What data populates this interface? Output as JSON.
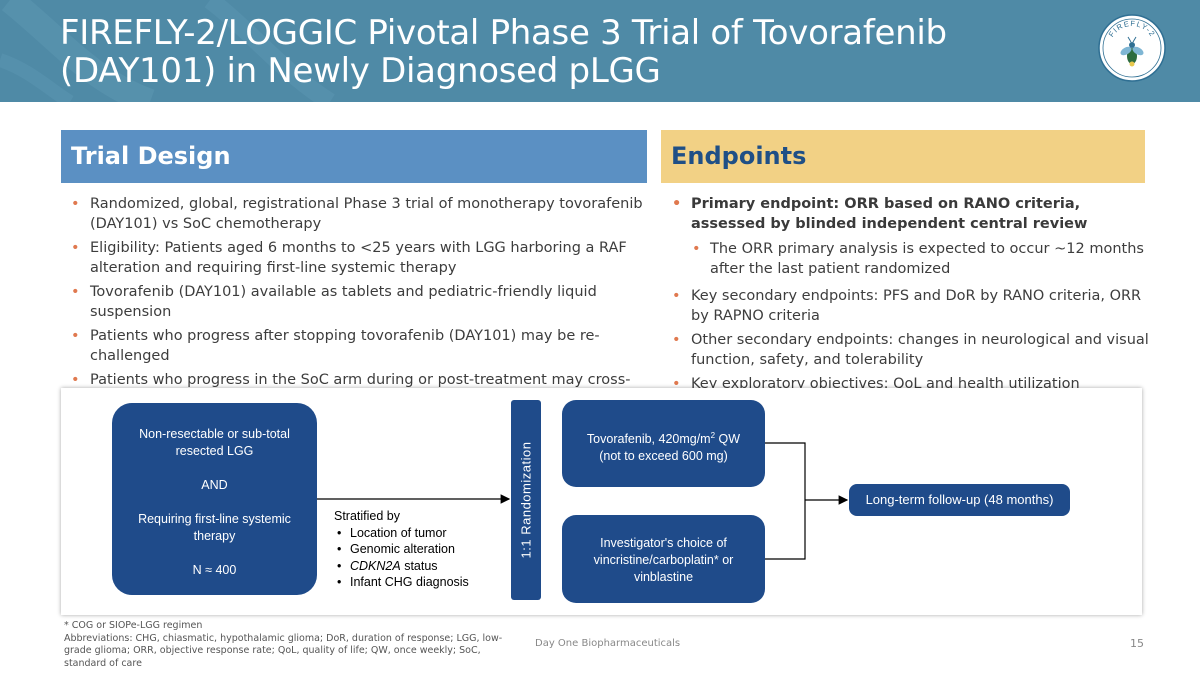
{
  "header": {
    "title_line1": "FIREFLY-2/LOGGIC Pivotal Phase 3 Trial of Tovorafenib",
    "title_line2": "(DAY101) in Newly Diagnosed pLGG",
    "logo_text": "FIREFLY-2",
    "colors": {
      "header_bg": "#4f8aa6"
    }
  },
  "trial_design": {
    "heading": "Trial Design",
    "bullets": [
      "Randomized, global, registrational Phase 3 trial of monotherapy tovorafenib (DAY101) vs SoC chemotherapy",
      "Eligibility: Patients aged 6 months to <25 years with LGG harboring a RAF alteration and requiring first-line systemic therapy",
      "Tovorafenib (DAY101) available as tablets and pediatric-friendly liquid suspension",
      "Patients who progress after stopping tovorafenib (DAY101) may be re-challenged",
      "Patients who progress in the SoC arm during or post-treatment may cross-over to receive tovorafenib"
    ]
  },
  "endpoints": {
    "heading": "Endpoints",
    "primary": "Primary endpoint: ORR based on RANO criteria, assessed by blinded independent central review",
    "primary_sub": "The ORR primary analysis is expected to occur ~12 months after the last patient randomized",
    "bullets": [
      "Key secondary endpoints: PFS and DoR by RANO criteria, ORR by RAPNO criteria",
      "Other secondary endpoints: changes in neurological and visual function, safety, and tolerability",
      "Key exploratory objectives: QoL and health utilization measures"
    ]
  },
  "diagram": {
    "population": {
      "line1": "Non-resectable or sub-total",
      "line2": "resected LGG",
      "and": "AND",
      "line3": "Requiring first-line systemic",
      "line4": "therapy",
      "n": "N ≈ 400"
    },
    "randomization": "1:1 Randomization",
    "arm_a": {
      "line1_prefix": "Tovorafenib, 420mg/m",
      "line1_sup": "2",
      "line1_suffix": " QW",
      "line2": "(not to exceed 600 mg)"
    },
    "arm_b": {
      "line1": "Investigator's choice of",
      "line2": "vincristine/carboplatin* or",
      "line3": "vinblastine"
    },
    "followup": "Long-term follow-up (48 months)",
    "stratified": {
      "title": "Stratified by",
      "items": [
        "Location of tumor",
        "Genomic alteration",
        "Infant CHG diagnosis"
      ],
      "cdkn2a": "CDKN2A",
      "cdkn2a_suffix": " status"
    },
    "colors": {
      "box": "#1f4b8a"
    }
  },
  "footer": {
    "footnote1": "* COG or SIOPe-LGG regimen",
    "footnote2": "Abbreviations: CHG, chiasmatic, hypothalamic glioma; DoR, duration of response; LGG, low-grade glioma; ORR, objective response rate; QoL, quality of life; QW, once weekly; SoC, standard of care",
    "footnote3": ".",
    "company": "Day One Biopharmaceuticals",
    "page": "15"
  }
}
